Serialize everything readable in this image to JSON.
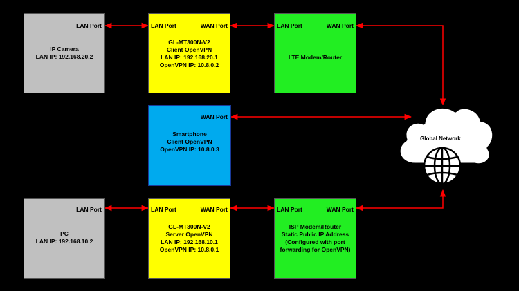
{
  "colors": {
    "background": "#000000",
    "gray": "#c0c0c0",
    "yellow": "#ffff00",
    "green": "#22ee22",
    "blue": "#00aaee",
    "arrow": "#ff0000",
    "cloud_fill": "#ffffff",
    "cloud_stroke": "#000000"
  },
  "ip_camera": {
    "lan_port": "LAN Port",
    "lines": [
      "IP Camera",
      "LAN IP: 192.168.20.2"
    ]
  },
  "client_router": {
    "lan_port": "LAN Port",
    "wan_port": "WAN Port",
    "lines": [
      "GL-MT300N-V2",
      "Client OpenVPN",
      "LAN IP: 192.168.20.1",
      "OpenVPN IP: 10.8.0.2"
    ]
  },
  "lte_modem": {
    "lan_port": "LAN Port",
    "wan_port": "WAN Port",
    "lines": [
      "LTE Modem/Router"
    ]
  },
  "smartphone": {
    "wan_port": "WAN Port",
    "lines": [
      "Smartphone",
      "Client OpenVPN",
      "OpenVPN IP: 10.8.0.3"
    ]
  },
  "pc": {
    "lan_port": "LAN Port",
    "lines": [
      "PC",
      "LAN IP: 192.168.10.2"
    ]
  },
  "server_router": {
    "lan_port": "LAN Port",
    "wan_port": "WAN Port",
    "lines": [
      "GL-MT300N-V2",
      "Server OpenVPN",
      "LAN IP: 192.168.10.1",
      "OpenVPN IP: 10.8.0.1"
    ]
  },
  "isp_modem": {
    "lan_port": "LAN Port",
    "wan_port": "WAN Port",
    "lines": [
      "ISP Modem/Router",
      "Static Public IP Address",
      "(Configured with port",
      "forwarding for OpenVPN)"
    ]
  },
  "cloud": {
    "label": "Global Network",
    "icon": "globe-icon"
  }
}
